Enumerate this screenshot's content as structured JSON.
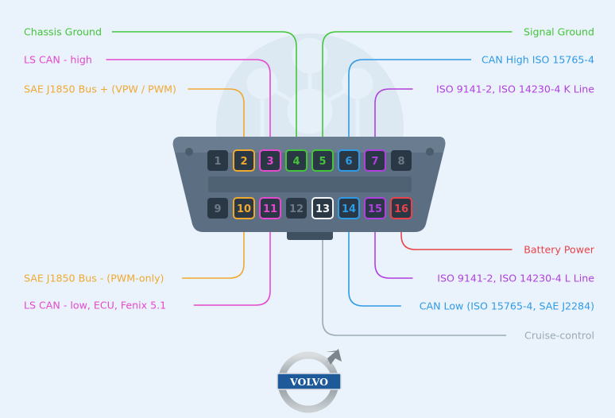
{
  "colors": {
    "background": "#eaf3fb",
    "connector_body": "#5c6f82",
    "pin_bg": "#2a3846",
    "pin_inactive_text": "#6b7a88",
    "orange": "#f0a830",
    "magenta": "#e648d0",
    "green": "#44c43a",
    "blue": "#2f9ae6",
    "purple": "#b040e0",
    "red": "#e8434a",
    "gray": "#9aa9b6",
    "white": "#f2f4f6"
  },
  "pins_top": [
    {
      "num": "1",
      "color": null
    },
    {
      "num": "2",
      "color": "orange"
    },
    {
      "num": "3",
      "color": "magenta"
    },
    {
      "num": "4",
      "color": "green"
    },
    {
      "num": "5",
      "color": "green"
    },
    {
      "num": "6",
      "color": "blue"
    },
    {
      "num": "7",
      "color": "purple"
    },
    {
      "num": "8",
      "color": null
    }
  ],
  "pins_bottom": [
    {
      "num": "9",
      "color": null
    },
    {
      "num": "10",
      "color": "orange"
    },
    {
      "num": "11",
      "color": "magenta"
    },
    {
      "num": "12",
      "color": null
    },
    {
      "num": "13",
      "color": "white"
    },
    {
      "num": "14",
      "color": "blue"
    },
    {
      "num": "15",
      "color": "purple"
    },
    {
      "num": "16",
      "color": "red"
    }
  ],
  "labels": [
    {
      "pin": "4",
      "text": "Chassis Ground",
      "side": "left",
      "color": "green"
    },
    {
      "pin": "3",
      "text": "LS CAN - high",
      "side": "left",
      "color": "magenta"
    },
    {
      "pin": "2",
      "text": "SAE J1850 Bus + (VPW / PWM)",
      "side": "left",
      "color": "orange"
    },
    {
      "pin": "5",
      "text": "Signal Ground",
      "side": "right",
      "color": "green"
    },
    {
      "pin": "6",
      "text": "CAN High ISO 15765-4",
      "side": "right",
      "color": "blue"
    },
    {
      "pin": "7",
      "text": "ISO 9141-2, ISO 14230-4 K Line",
      "side": "right",
      "color": "purple"
    },
    {
      "pin": "10",
      "text": "SAE J1850 Bus - (PWM-only)",
      "side": "left",
      "color": "orange"
    },
    {
      "pin": "11",
      "text": "LS CAN - low, ECU, Fenix 5.1",
      "side": "left",
      "color": "magenta"
    },
    {
      "pin": "16",
      "text": "Battery Power",
      "side": "right",
      "color": "red"
    },
    {
      "pin": "15",
      "text": "ISO 9141-2, ISO 14230-4 L Line",
      "side": "right",
      "color": "purple"
    },
    {
      "pin": "14",
      "text": "CAN Low (ISO 15765-4, SAE J2284)",
      "side": "right",
      "color": "blue"
    },
    {
      "pin": "13",
      "text": "Cruise-control",
      "side": "right",
      "color": "gray"
    }
  ],
  "logo": {
    "brand": "VOLVO",
    "icon": "volvo-iron-mark-icon"
  }
}
